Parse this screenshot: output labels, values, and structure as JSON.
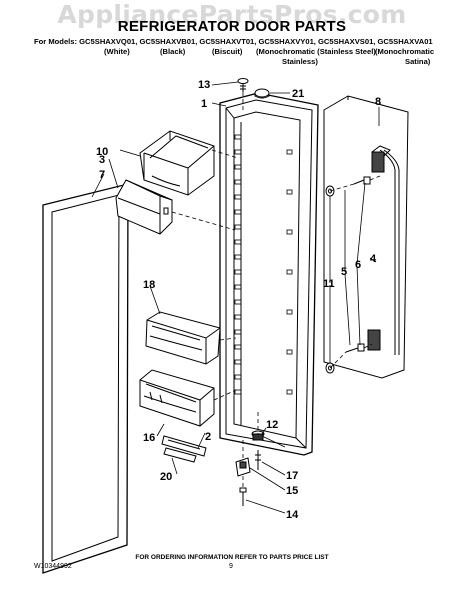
{
  "watermark": "AppliancePartsPros.com",
  "title": "REFRIGERATOR DOOR PARTS",
  "models_line": "For Models: GC5SHAXVQ01, GC5SHAXVB01, GC5SHAXVT01, GC5SHAXVY01, GC5SHAXVS01, GC5SHAXVA01",
  "finishes": {
    "white": "(White)",
    "black": "(Black)",
    "biscuit": "(Biscuit)",
    "mono_ss_1": "(Monochromatic (Stainless Steel)",
    "mono_ss_2": "Stainless)",
    "mono_satina_1": "(Monochromatic",
    "mono_satina_2": "Satina)"
  },
  "callouts": {
    "c1": "1",
    "c2": "2",
    "c3": "3",
    "c4": "4",
    "c5": "5",
    "c6": "6",
    "c7": "7",
    "c8": "8",
    "c10": "10",
    "c11": "11",
    "c12": "12",
    "c13": "13",
    "c14": "14",
    "c15": "15",
    "c16": "16",
    "c17": "17",
    "c18": "18",
    "c20": "20",
    "c21": "21"
  },
  "footer": {
    "ordering": "FOR ORDERING INFORMATION REFER TO PARTS PRICE LIST",
    "doc_number": "W10344992",
    "page_number": "9"
  }
}
